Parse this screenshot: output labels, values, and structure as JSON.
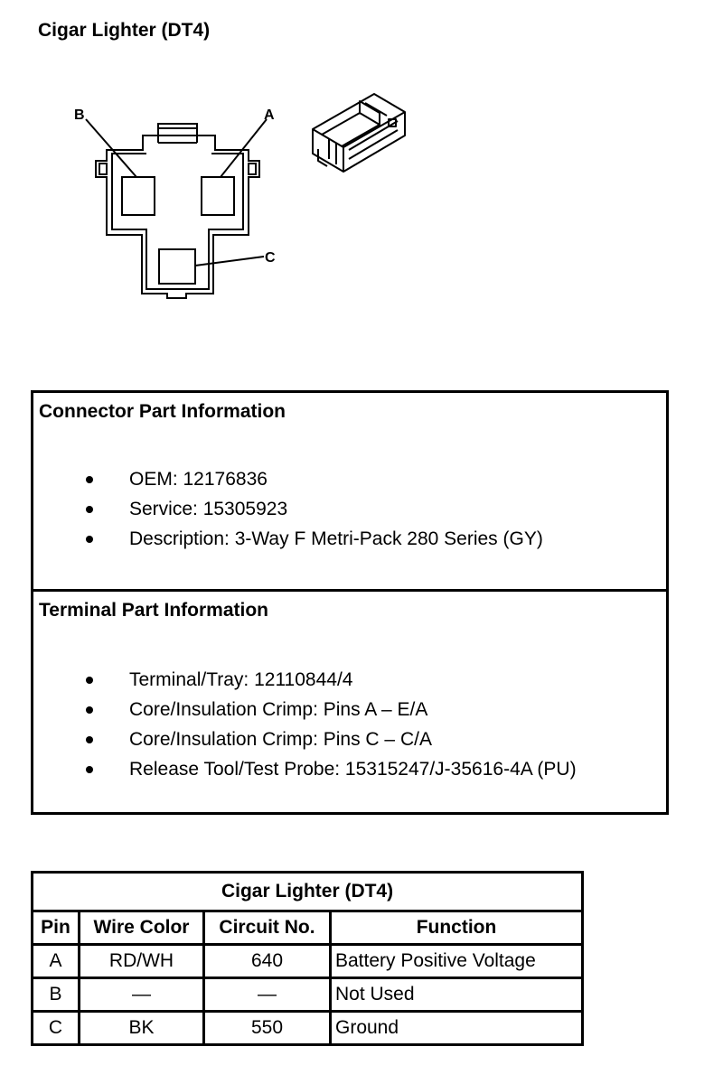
{
  "title": "Cigar Lighter (DT4)",
  "diagram": {
    "labels": {
      "a": "A",
      "b": "B",
      "c": "C"
    }
  },
  "connector_info": {
    "heading": "Connector Part Information",
    "items": [
      "OEM: 12176836",
      "Service: 15305923",
      "Description: 3-Way F Metri-Pack 280 Series (GY)"
    ]
  },
  "terminal_info": {
    "heading": "Terminal Part Information",
    "items": [
      "Terminal/Tray: 12110844/4",
      "Core/Insulation Crimp: Pins A – E/A",
      "Core/Insulation Crimp: Pins C – C/A",
      "Release Tool/Test Probe: 15315247/J-35616-4A (PU)"
    ]
  },
  "pin_table": {
    "title": "Cigar Lighter (DT4)",
    "headers": [
      "Pin",
      "Wire Color",
      "Circuit No.",
      "Function"
    ],
    "rows": [
      [
        "A",
        "RD/WH",
        "640",
        "Battery Positive Voltage"
      ],
      [
        "B",
        "—",
        "—",
        "Not Used"
      ],
      [
        "C",
        "BK",
        "550",
        "Ground"
      ]
    ]
  }
}
